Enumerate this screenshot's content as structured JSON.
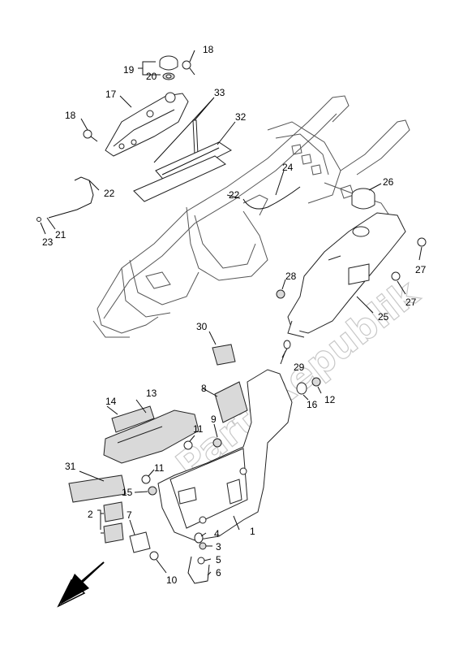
{
  "watermark": "PartsRepublik",
  "callouts": {
    "c1": "1",
    "c2": "2",
    "c3": "3",
    "c4": "4",
    "c5": "5",
    "c6": "6",
    "c7": "7",
    "c8": "8",
    "c9": "9",
    "c10": "10",
    "c11a": "11",
    "c11b": "11",
    "c12": "12",
    "c13": "13",
    "c14": "14",
    "c15": "15",
    "c16": "16",
    "c17": "17",
    "c18a": "18",
    "c18b": "18",
    "c19": "19",
    "c20": "20",
    "c21": "21",
    "c22a": "22",
    "c22b": "22",
    "c23": "23",
    "c24": "24",
    "c25": "25",
    "c26": "26",
    "c27a": "27",
    "c27b": "27",
    "c28": "28",
    "c29": "29",
    "c30": "30",
    "c31": "31",
    "c32": "32",
    "c33": "33"
  },
  "icons": {
    "direction": "front-arrow-icon"
  }
}
